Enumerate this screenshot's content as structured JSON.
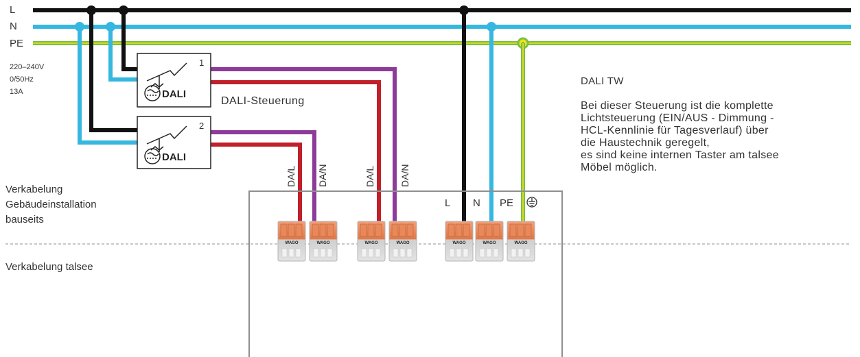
{
  "lines": {
    "L": "L",
    "N": "N",
    "PE": "PE"
  },
  "supply": {
    "voltage": "220–240V",
    "frequency": "0/50Hz",
    "current": "13A"
  },
  "controllers": [
    {
      "number": "1",
      "brand": "DALI"
    },
    {
      "number": "2",
      "brand": "DALI"
    }
  ],
  "controller_label": "DALI-Steuerung",
  "cable_labels": [
    "DA/L",
    "DA/N",
    "DA/L",
    "DA/N"
  ],
  "terminal_labels": {
    "L": "L",
    "N": "N",
    "PE": "PE"
  },
  "ground_symbol": "⏚",
  "zones": {
    "building": [
      "Verkabelung",
      "Gebäudeinstallation",
      "bauseits"
    ],
    "furniture": "Verkabelung talsee"
  },
  "connector_text": "WAGO",
  "description": {
    "title": "DALI TW",
    "lines": [
      "Bei dieser Steuerung ist die komplette",
      "Lichtsteuerung (EIN/AUS - Dimmung -",
      "HCL-Kennlinie für Tagesverlauf) über",
      "die Haustechnik geregelt,",
      "es sind keine internen Taster am talsee",
      "Möbel möglich."
    ]
  },
  "colors": {
    "L": "#111111",
    "N": "#35b7e0",
    "PE_green": "#7bc043",
    "PE_yellow": "#f0e020",
    "DA_L": "#c0202a",
    "DA_N": "#8e3a9a",
    "box": "#8f8f8f",
    "connector": "#e9895a"
  }
}
